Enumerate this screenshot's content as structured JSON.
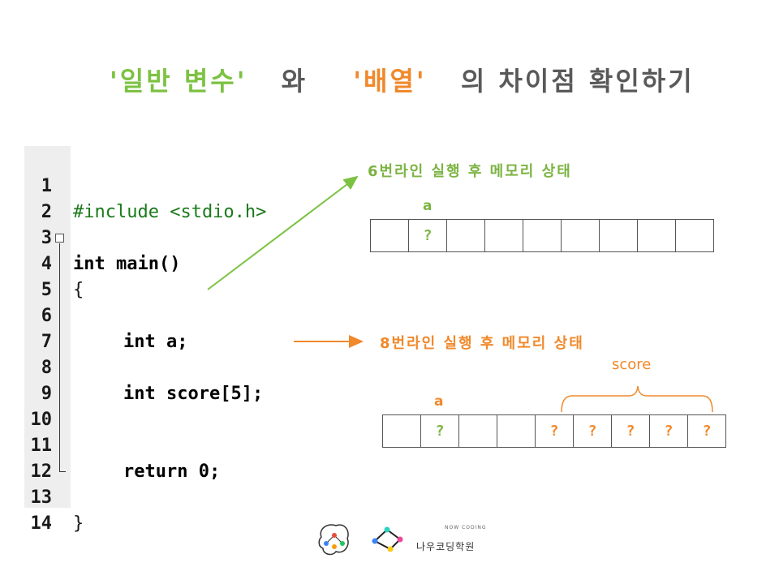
{
  "title": {
    "part1": "'일반 변수'",
    "part2": "와",
    "part3": "'배열'",
    "part4": "의 차이점 확인하기"
  },
  "code": {
    "lines": [
      {
        "num": "1",
        "text": "#include <stdio.h>"
      },
      {
        "num": "2",
        "text": ""
      },
      {
        "num": "3",
        "text": "int main()"
      },
      {
        "num": "4",
        "text": "{"
      },
      {
        "num": "5",
        "text": ""
      },
      {
        "num": "6",
        "text": "int a;"
      },
      {
        "num": "7",
        "text": ""
      },
      {
        "num": "8",
        "text": "int score[5];"
      },
      {
        "num": "9",
        "text": ""
      },
      {
        "num": "10",
        "text": ""
      },
      {
        "num": "11",
        "text": "return 0;"
      },
      {
        "num": "12",
        "text": ""
      },
      {
        "num": "13",
        "text": "}"
      },
      {
        "num": "14",
        "text": ""
      }
    ]
  },
  "diagram1": {
    "caption": "6번라인 실행 후 메모리 상태",
    "var_label": "a",
    "cells": [
      "",
      "?",
      "",
      "",
      "",
      "",
      "",
      "",
      ""
    ]
  },
  "diagram2": {
    "caption": "8번라인 실행 후 메모리 상태",
    "var_label": "a",
    "array_label": "score",
    "cells": [
      "",
      "?",
      "",
      "",
      "?",
      "?",
      "?",
      "?",
      "?"
    ]
  },
  "logo": {
    "arc_text": "NOW CODING",
    "name": "나우코딩학원"
  },
  "colors": {
    "green": "#7cc242",
    "orange": "#f0892c",
    "gray": "#595959"
  }
}
